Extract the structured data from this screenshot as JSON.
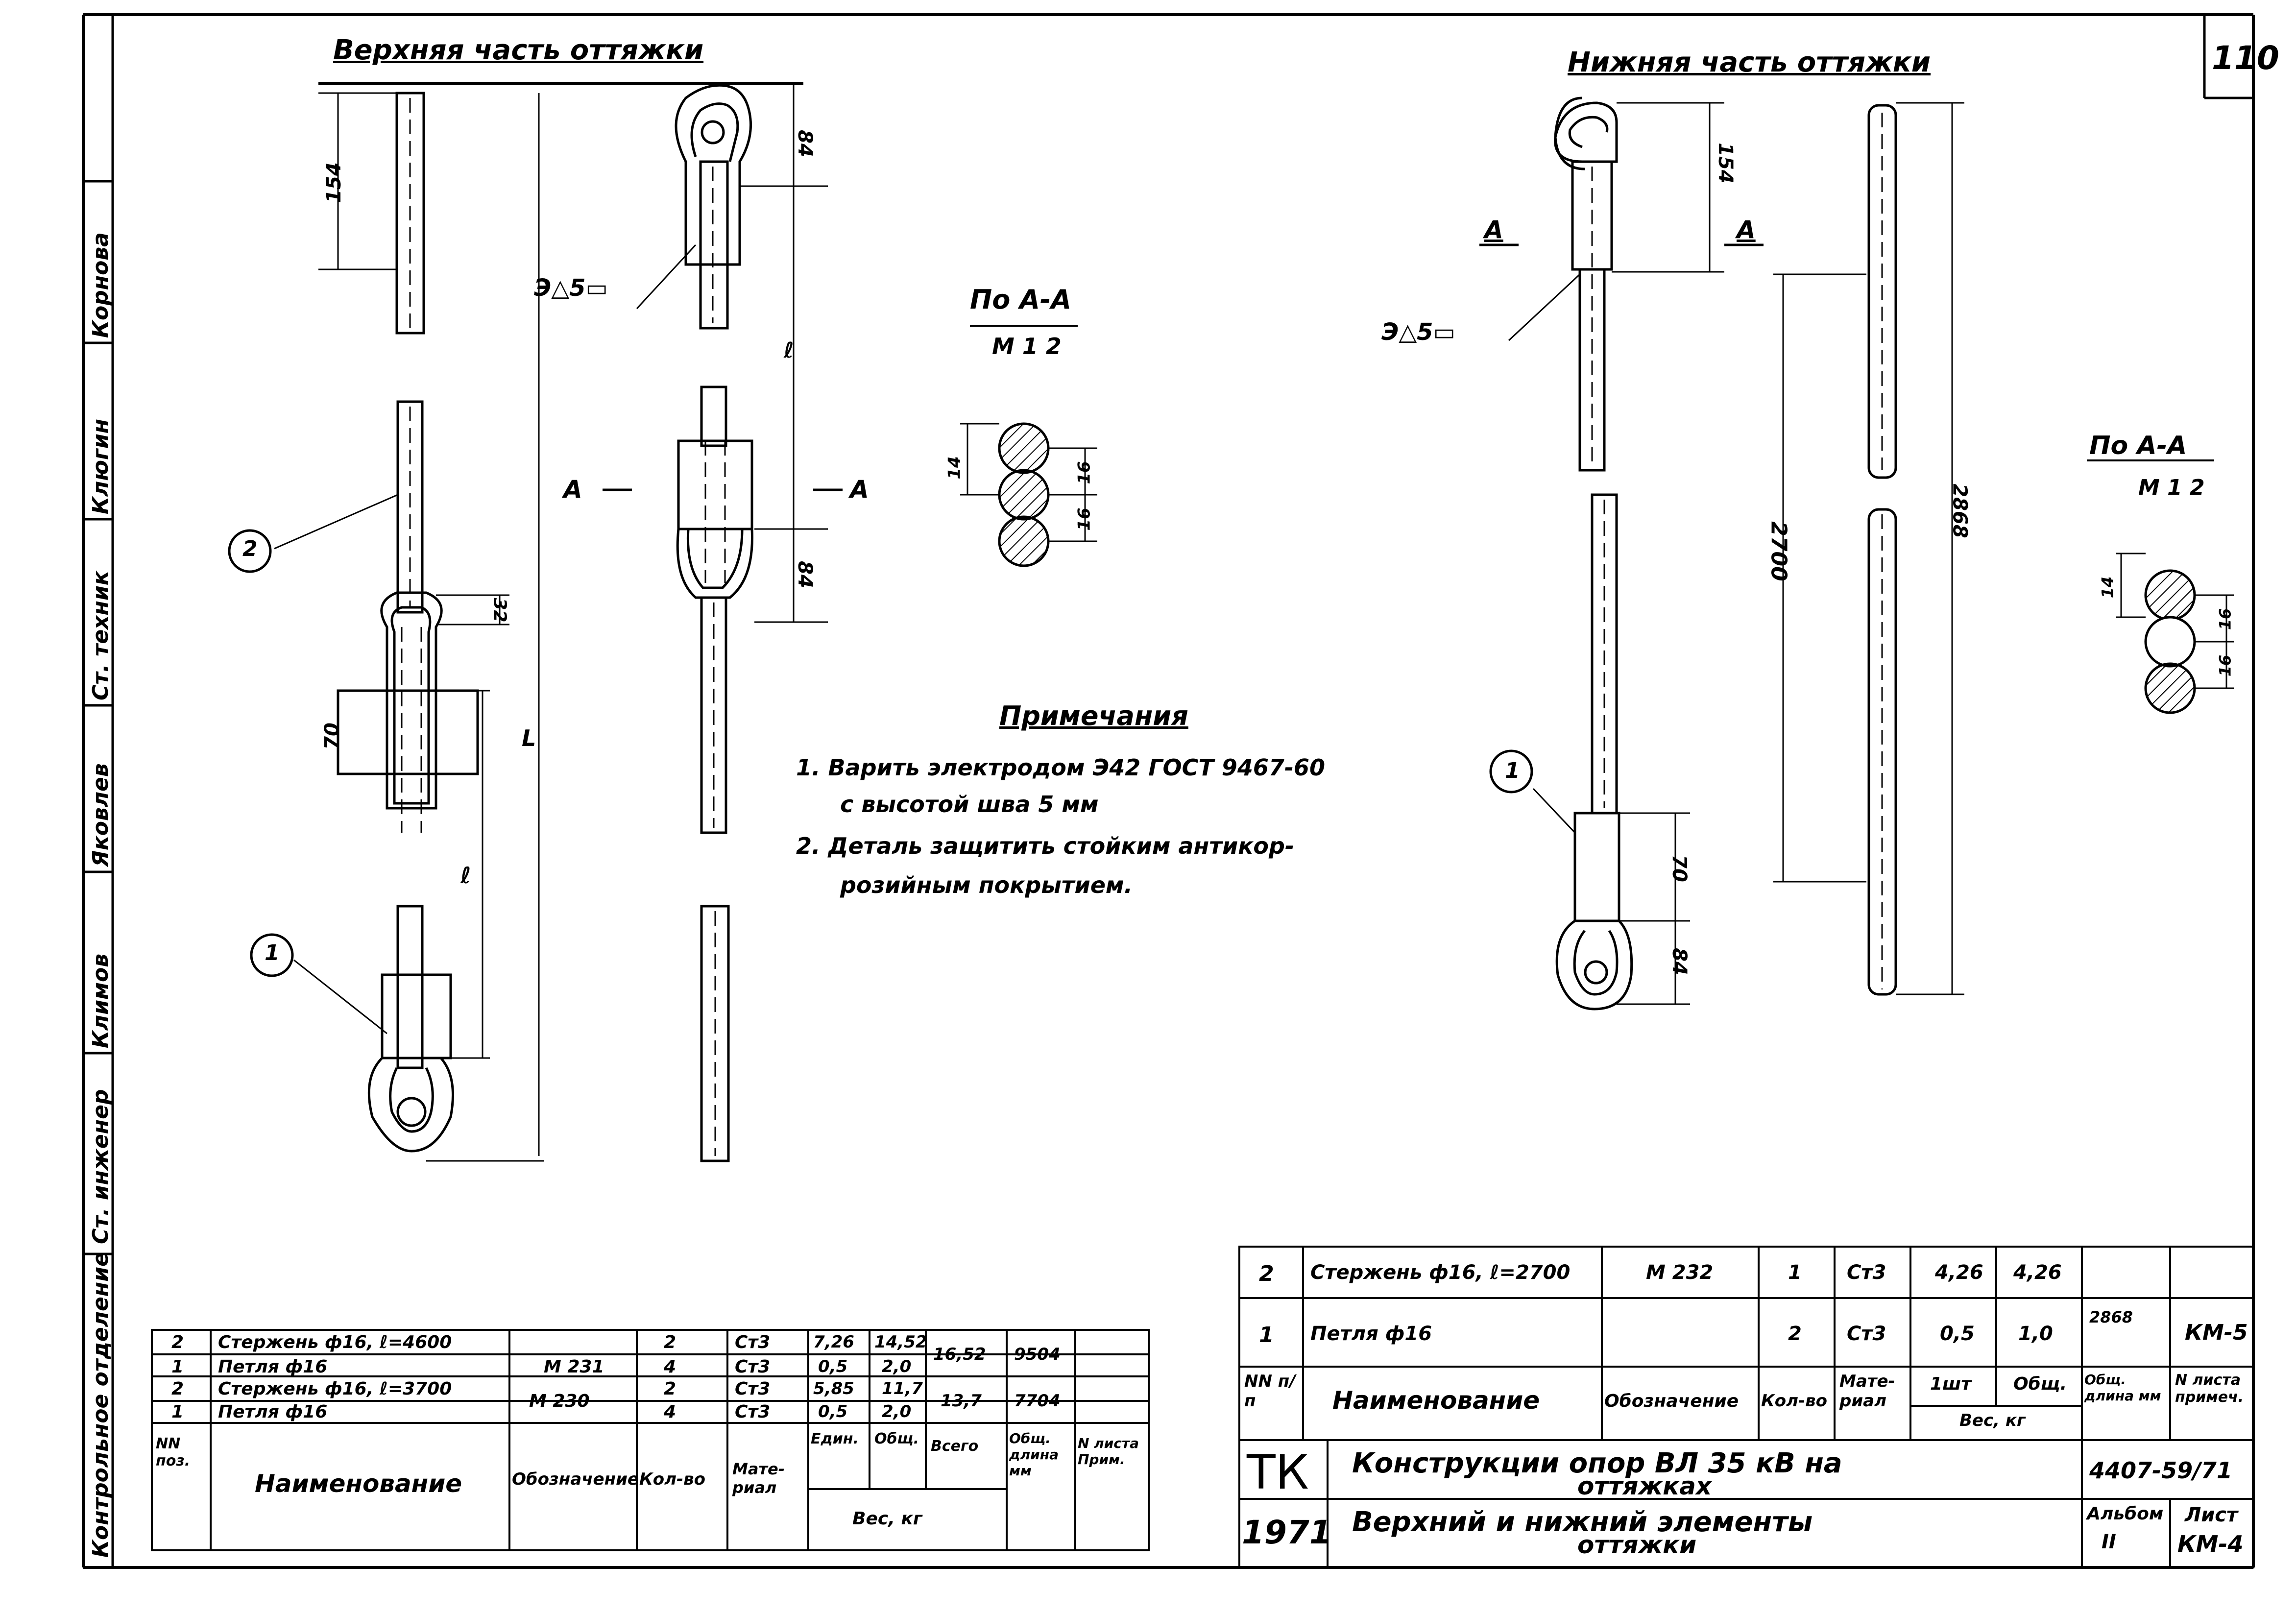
{
  "sheet_number": "110",
  "views": {
    "upper_title": "Верхняя часть оттяжки",
    "lower_title": "Нижняя часть оттяжки",
    "section_title": "По А-А",
    "section_scale": "М 1 2",
    "weld_mark": "Э△5▭",
    "section_mark": "А",
    "part1": "1",
    "part2": "2"
  },
  "dims": {
    "d154": "154",
    "d84": "84",
    "d32": "32",
    "d70": "70",
    "dL": "L",
    "dl": "ℓ",
    "d14": "14",
    "d16": "16",
    "d2700": "2700",
    "d2868": "2868"
  },
  "notes": {
    "title": "Примечания",
    "line1": "1. Варить электродом Э42 ГОСТ 9467-60",
    "line2": "с высотой шва 5 мм",
    "line3": "2. Деталь защитить стойким антикор-",
    "line4": "розийным покрытием."
  },
  "left_stamp": [
    "Контрольное отделение",
    "Ст. инженер",
    "Климов",
    "Яковлев",
    "Ст. техник",
    "Клюгин",
    "Корнова"
  ],
  "left_table": {
    "rows": [
      {
        "n": "2",
        "name": "Стержень ф16, ℓ=4600",
        "code": "",
        "qty": "2",
        "mat": "Ст3",
        "unit": "7,26",
        "total": "14,52"
      },
      {
        "n": "1",
        "name": "Петля ф16",
        "code": "М 231",
        "qty": "4",
        "mat": "Ст3",
        "unit": "0,5",
        "total": "2,0"
      },
      {
        "n": "2",
        "name": "Стержень ф16, ℓ=3700",
        "code": "М 230",
        "qty": "2",
        "mat": "Ст3",
        "unit": "5,85",
        "total": "11,7"
      },
      {
        "n": "1",
        "name": "Петля ф16",
        "code": "",
        "qty": "4",
        "mat": "Ст3",
        "unit": "0,5",
        "total": "2,0"
      }
    ],
    "group1_all": "16,52",
    "group1_len": "9504",
    "group2_all": "13,7",
    "group2_len": "7704",
    "h_n": "NN поз.",
    "h_name": "Наименование",
    "h_code": "Обозначение",
    "h_qty": "Кол-во",
    "h_mat": "Мате-риал",
    "h_unit": "Един.",
    "h_total": "Общ.",
    "h_all": "Всего",
    "h_weight": "Вес, кг",
    "h_len": "Общ. длина мм",
    "h_note": "N листа Прим."
  },
  "right_table": {
    "rows": [
      {
        "n": "2",
        "name": "Стержень ф16, ℓ=2700",
        "code": "М 232",
        "qty": "1",
        "mat": "Ст3",
        "unit": "4,26",
        "total": "4,26"
      },
      {
        "n": "1",
        "name": "Петля ф16",
        "code": "",
        "qty": "2",
        "mat": "Ст3",
        "unit": "0,5",
        "total": "1,0"
      }
    ],
    "len": "2868",
    "sheet_ref": "КМ-5",
    "h_n": "NN п/п",
    "h_name": "Наименование",
    "h_code": "Обозначение",
    "h_qty": "Кол-во",
    "h_mat": "Мате-риал",
    "h_unit": "1шт",
    "h_total": "Общ.",
    "h_weight": "Вес, кг",
    "h_len": "Общ. длина мм",
    "h_note": "N листа примеч."
  },
  "title_block": {
    "org": "ТК",
    "line1": "Конструкции опор ВЛ 35 кВ на",
    "line1b": "оттяжках",
    "code": "4407-59/71",
    "year": "1971",
    "line2": "Верхний и нижний элементы",
    "line2b": "оттяжки",
    "album_label": "Альбом",
    "album": "II",
    "sheet_label": "Лист",
    "sheet": "КМ-4"
  }
}
